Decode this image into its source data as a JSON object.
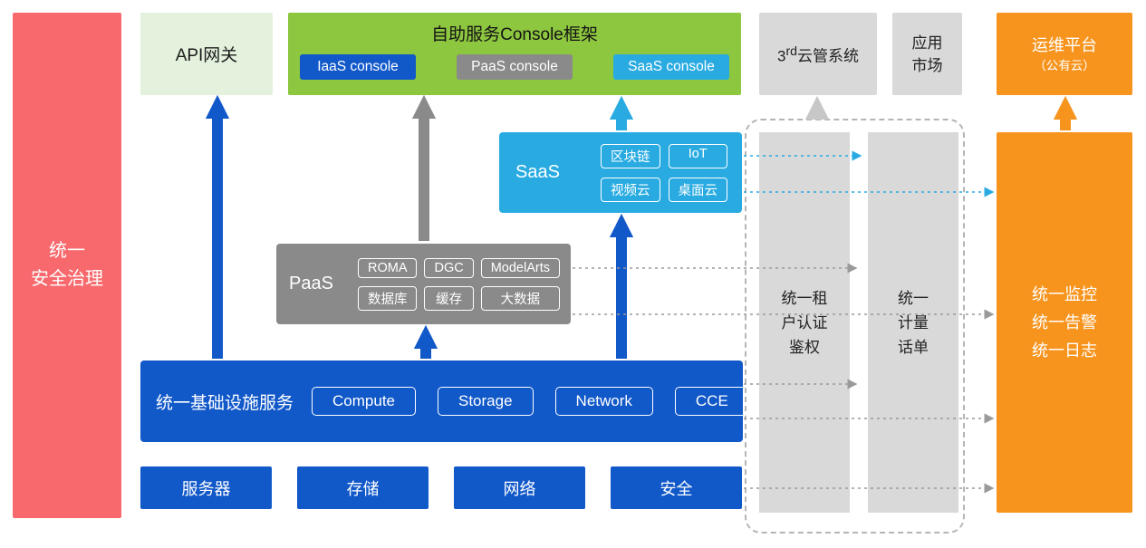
{
  "colors": {
    "red": "#f7696c",
    "light_green": "#e3f1dd",
    "green": "#8dc63f",
    "blue": "#1158c9",
    "gray": "#8a8a8a",
    "light_gray": "#d9d9d9",
    "cyan": "#29abe2",
    "orange": "#f7941e"
  },
  "left_pillar": {
    "lines": [
      "统一",
      "安全治理"
    ]
  },
  "top": {
    "api_gateway": "API网关",
    "console": {
      "title": "自助服务Console框架",
      "items": [
        {
          "label": "IaaS console"
        },
        {
          "label": "PaaS console"
        },
        {
          "label": "SaaS console"
        }
      ]
    },
    "third_party": {
      "pre": "3",
      "sup": "rd",
      "post": "云管系统"
    },
    "app_market": {
      "lines": [
        "应用",
        "市场"
      ]
    },
    "om_platform": {
      "lines": [
        "运维平台",
        "（公有云）"
      ]
    }
  },
  "layers": {
    "saas": {
      "label": "SaaS",
      "services": [
        "区块链",
        "IoT",
        "视频云",
        "桌面云"
      ]
    },
    "paas": {
      "label": "PaaS",
      "services": [
        "ROMA",
        "DGC",
        "ModelArts",
        "数据库",
        "缓存",
        "大数据"
      ]
    },
    "iaas": {
      "label": "统一基础设施服务",
      "services": [
        "Compute",
        "Storage",
        "Network",
        "CCE"
      ]
    }
  },
  "resources": [
    "服务器",
    "存储",
    "网络",
    "安全"
  ],
  "right": {
    "auth_bar": {
      "lines": [
        "统一租",
        "户认证",
        "鉴权"
      ]
    },
    "metering_bar": {
      "lines": [
        "统一",
        "计量",
        "话单"
      ]
    },
    "monitor": {
      "lines": [
        "统一监控",
        "统一告警",
        "统一日志"
      ]
    }
  }
}
